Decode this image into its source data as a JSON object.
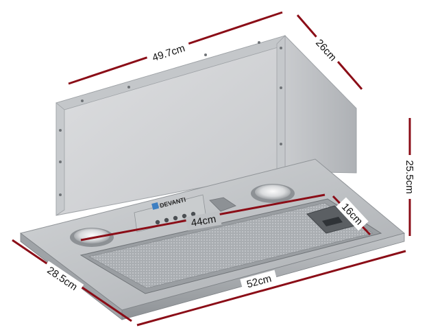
{
  "product": {
    "brand_logo_text": "DEVANTI"
  },
  "dimensions": {
    "top_width": "49.7cm",
    "top_depth": "26cm",
    "height": "25.5cm",
    "filter_width": "44cm",
    "filter_depth": "16cm",
    "panel_depth": "28.5cm",
    "panel_width": "52cm"
  },
  "colors": {
    "dimension_line": "#8b0d17",
    "steel_light": "#d9dbdd",
    "steel_mid": "#b9bcbf",
    "steel_dark": "#8d9195"
  },
  "icons": [
    "brand-logo-icon",
    "lamp-icon",
    "control-button-icon",
    "filter-mesh-icon",
    "vent-grille-icon"
  ]
}
